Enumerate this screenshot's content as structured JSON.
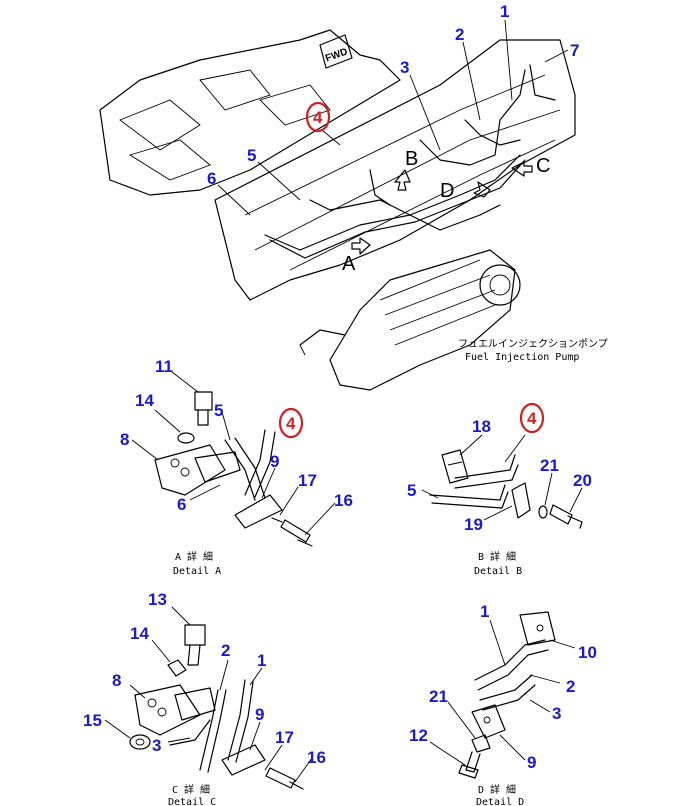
{
  "main_view": {
    "fwd_label": "FWD",
    "view_letters": [
      "A",
      "B",
      "C",
      "D"
    ],
    "pump_label_jp": "フュエルインジェクションポンプ",
    "pump_label_en": "Fuel Injection Pump",
    "callouts": [
      "1",
      "2",
      "3",
      "4",
      "5",
      "6",
      "7"
    ]
  },
  "detail_a": {
    "caption_jp": "A 詳 細",
    "caption_en": "Detail A",
    "callouts": [
      "11",
      "14",
      "5",
      "4",
      "8",
      "9",
      "17",
      "16",
      "6"
    ]
  },
  "detail_b": {
    "caption_jp": "B 詳 細",
    "caption_en": "Detail B",
    "callouts": [
      "4",
      "18",
      "21",
      "20",
      "5",
      "19"
    ]
  },
  "detail_c": {
    "caption_jp": "C 詳 細",
    "caption_en": "Detail C",
    "callouts": [
      "13",
      "14",
      "2",
      "1",
      "8",
      "15",
      "9",
      "3",
      "17",
      "16"
    ]
  },
  "detail_d": {
    "caption_jp": "D 詳 細",
    "caption_en": "Detail D",
    "callouts": [
      "1",
      "10",
      "2",
      "3",
      "21",
      "12",
      "9"
    ]
  },
  "colors": {
    "callout_blue": "#1a1acc",
    "highlight_red": "#d21f1f",
    "line_black": "#000000"
  }
}
